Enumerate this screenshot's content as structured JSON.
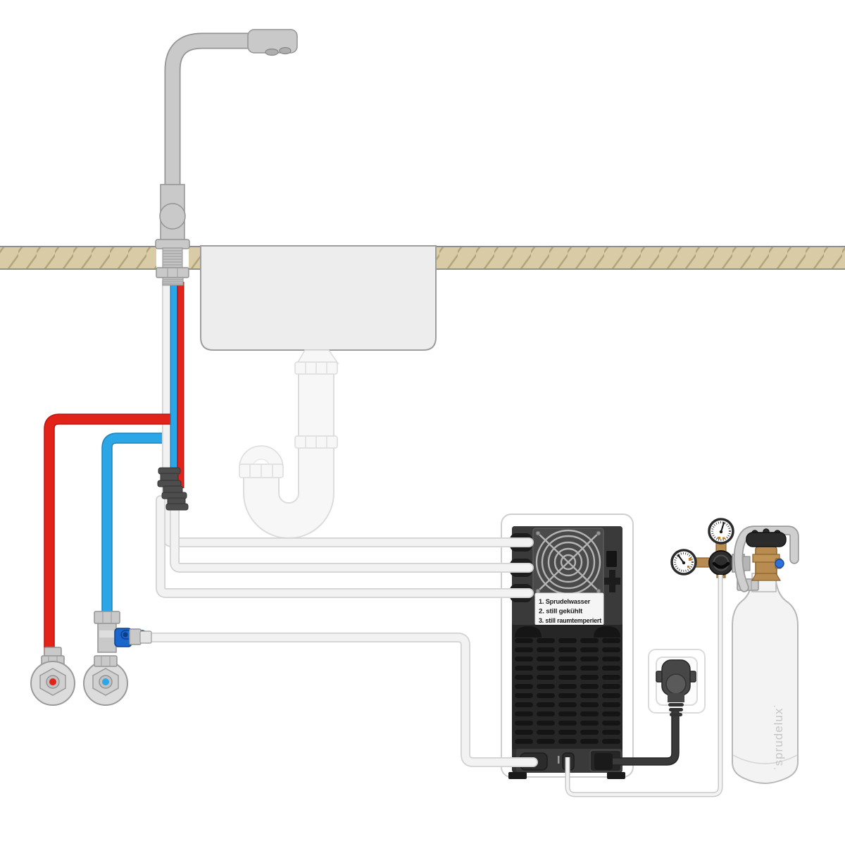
{
  "cooler": {
    "label_lines": [
      "1. Sprudelwasser",
      "2. still gekühlt",
      "3. still raumtemperiert"
    ]
  },
  "co2_bottle": {
    "brand": "ˈsprudelux˙"
  },
  "colors": {
    "hot": "#e2231a",
    "cold": "#2ba7e8",
    "lever": "#1a66cc",
    "brass": "#b88c50",
    "countertop": "#d9cba6",
    "hatch": "#b3a47c",
    "metal": "#c9c9c9",
    "metal_edge": "#949494",
    "tube_fill": "#f2f2f2",
    "tube_edge": "#d2d2d2",
    "cable": "#3a3a3a",
    "unit_dark": "#2f2f2f",
    "vent_bg": "#262626",
    "slot": "#141414",
    "grille": "#b4b4b4",
    "label_bg": "#f5f5f5",
    "label_text": "#1a1a1a",
    "bottle": "#f3f3f3",
    "bottle_edge": "#b8b8b8",
    "brand_text": "#c6c6c6"
  }
}
